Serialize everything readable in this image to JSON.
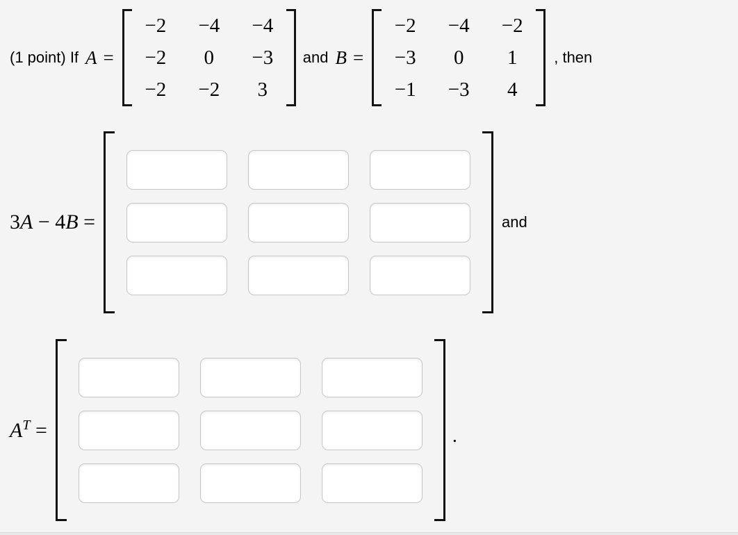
{
  "colors": {
    "background": "#f4f4f4",
    "text": "#000000",
    "bracket": "#141414",
    "input_border": "#c6c6c6",
    "input_background": "#ffffff",
    "bottom_divider": "#dadada"
  },
  "statement": {
    "prefix": "(1 point) If",
    "var_a": "A",
    "equals": "=",
    "and_word": "and",
    "var_b": "B",
    "suffix": ", then",
    "matrix_a": [
      [
        "−2",
        "−4",
        "−4"
      ],
      [
        "−2",
        "0",
        "−3"
      ],
      [
        "−2",
        "−2",
        "3"
      ]
    ],
    "matrix_b": [
      [
        "−2",
        "−4",
        "−2"
      ],
      [
        "−3",
        "0",
        "1"
      ],
      [
        "−1",
        "−3",
        "4"
      ]
    ]
  },
  "answer_3a_minus_4b": {
    "coeff1": "3",
    "var1": "A",
    "operator": " − ",
    "coeff2": "4",
    "var2": "B",
    "equals": " =",
    "inputs": [
      [
        "",
        "",
        ""
      ],
      [
        "",
        "",
        ""
      ],
      [
        "",
        "",
        ""
      ]
    ],
    "trailing_text": "and"
  },
  "answer_a_transpose": {
    "base": "A",
    "superscript": "T",
    "equals": " =",
    "inputs": [
      [
        "",
        "",
        ""
      ],
      [
        "",
        "",
        ""
      ],
      [
        "",
        "",
        ""
      ]
    ],
    "trailing_text": "."
  }
}
